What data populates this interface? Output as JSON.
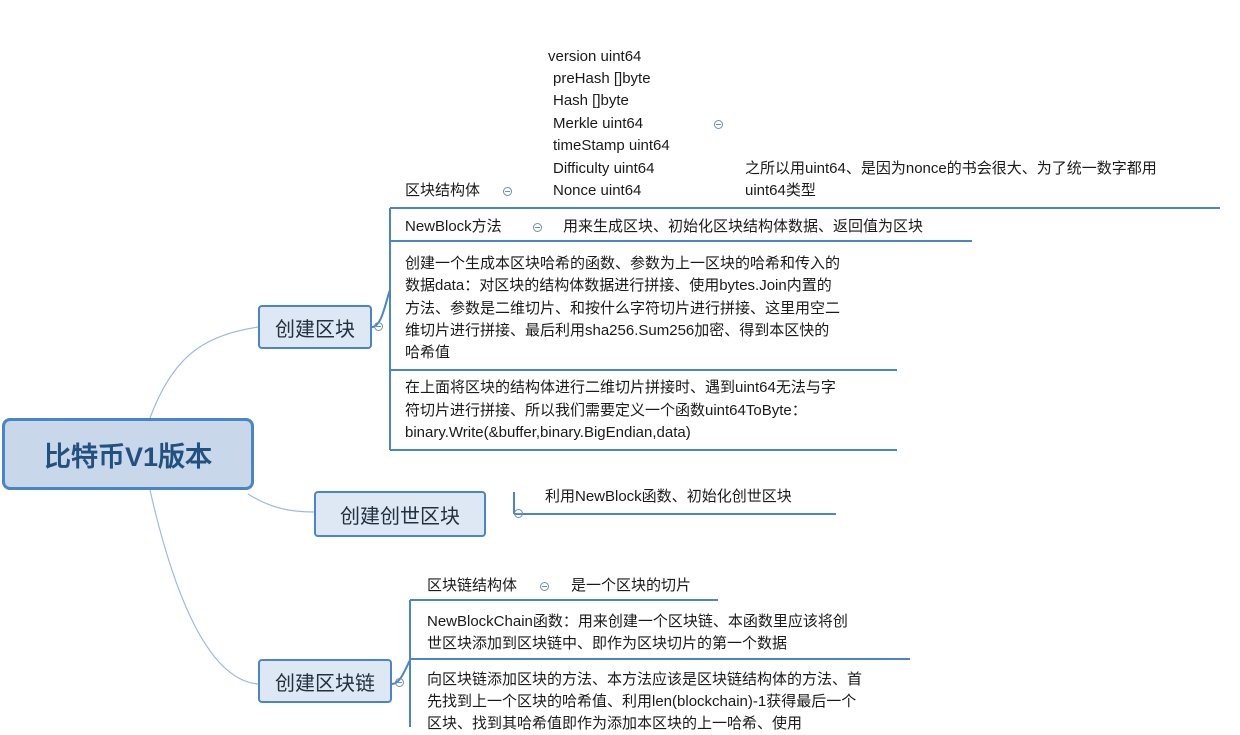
{
  "root": {
    "label": "比特币V1版本"
  },
  "branch1": {
    "label": "创建区块",
    "block_struct": {
      "label": "区块结构体",
      "fields": [
        "version    uint64",
        "preHash     []byte",
        "Hash        []byte",
        "Merkle      uint64",
        "timeStamp  uint64",
        "Difficulty uint64",
        "Nonce      uint64"
      ],
      "note_line1": "之所以用uint64、是因为nonce的书会很大、为了统一数字都用",
      "note_line2": "uint64类型"
    },
    "newblock": {
      "label": "NewBlock方法",
      "desc": "用来生成区块、初始化区块结构体数据、返回值为区块"
    },
    "hash_func": {
      "line1": "创建一个生成本区块哈希的函数、参数为上一区块的哈希和传入的",
      "line2": "数据data：对区块的结构体数据进行拼接、使用bytes.Join内置的",
      "line3": "方法、参数是二维切片、和按什么字符切片进行拼接、这里用空二",
      "line4": "维切片进行拼接、最后利用sha256.Sum256加密、得到本区快的",
      "line5": "哈希值"
    },
    "uint64_note": {
      "line1": "在上面将区块的结构体进行二维切片拼接时、遇到uint64无法与字",
      "line2": "符切片进行拼接、所以我们需要定义一个函数uint64ToByte：",
      "line3": "binary.Write(&buffer,binary.BigEndian,data)"
    }
  },
  "branch2": {
    "label": "创建创世区块",
    "desc": "利用NewBlock函数、初始化创世区块"
  },
  "branch3": {
    "label": "创建区块链",
    "chain_struct": {
      "label": "区块链结构体",
      "desc": "是一个区块的切片"
    },
    "new_chain": {
      "line1": "NewBlockChain函数：用来创建一个区块链、本函数里应该将创",
      "line2": "世区块添加到区块链中、即作为区块切片的第一个数据"
    },
    "add_block": {
      "line1": "向区块链添加区块的方法、本方法应该是区块链结构体的方法、首",
      "line2": "先找到上一个区块的哈希值、利用len(blockchain)-1获得最后一个",
      "line3": "区块、找到其哈希值即作为添加本区块的上一哈希、使用"
    }
  },
  "colors": {
    "accent": "#4a86c5",
    "node_fill": "#dde8f4",
    "root_fill": "#c8d8ea"
  }
}
